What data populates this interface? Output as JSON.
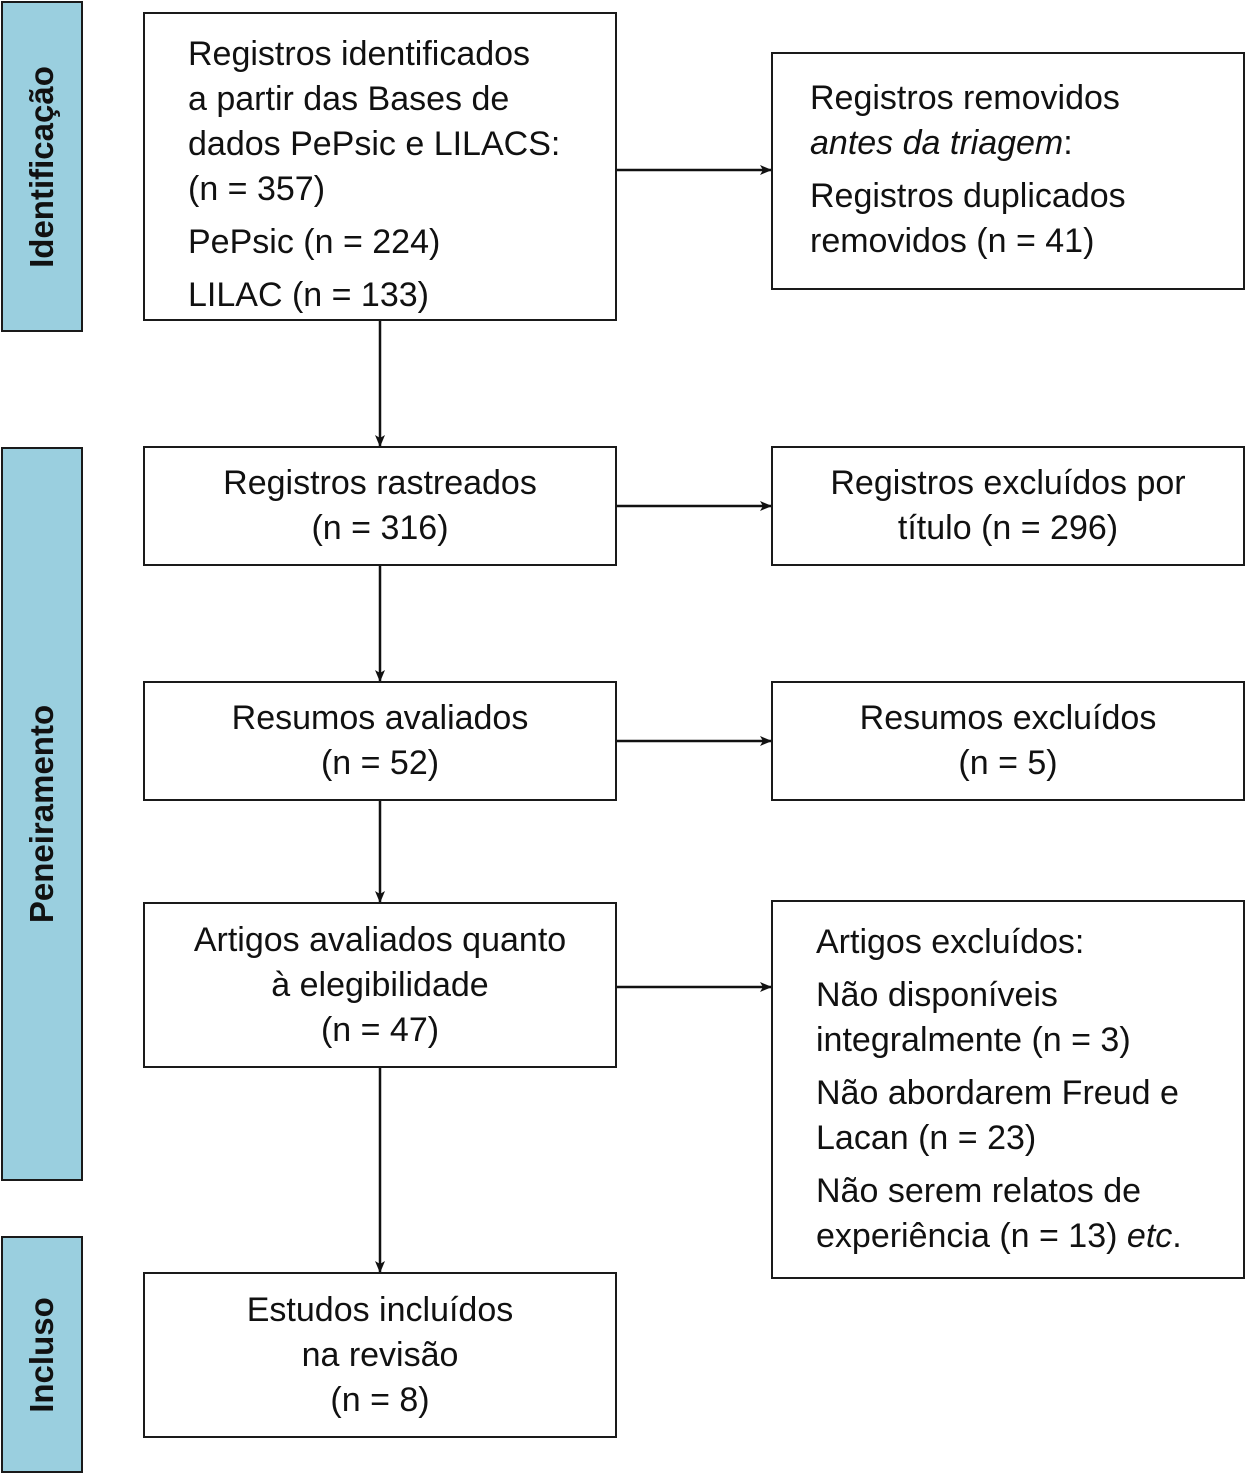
{
  "phases": {
    "identificacao": "Identificação",
    "peneiramento": "Peneiramento",
    "incluso": "Incluso"
  },
  "boxes": {
    "identified": {
      "line1": "Registros identificados",
      "line2": "a partir das Bases de",
      "line3": "dados PePsic e LILACS:",
      "line4": "(n = 357)",
      "line5": "PePsic (n = 224)",
      "line6": "LILAC (n = 133)"
    },
    "removed": {
      "line1": "Registros removidos",
      "line2_italic": "antes da triagem",
      "line2_suffix": ":",
      "line3": "Registros duplicados",
      "line4": "removidos (n = 41)"
    },
    "screened": {
      "line1": "Registros rastreados",
      "line2": "(n = 316)"
    },
    "excluded_title": {
      "line1": "Registros excluídos por",
      "line2": "título (n = 296)"
    },
    "abstracts": {
      "line1": "Resumos avaliados",
      "line2": "(n = 52)"
    },
    "abstracts_excluded": {
      "line1": "Resumos excluídos",
      "line2": "(n = 5)"
    },
    "eligibility": {
      "line1": "Artigos avaliados quanto",
      "line2": "à elegibilidade",
      "line3": "(n = 47)"
    },
    "articles_excluded": {
      "line1": "Artigos excluídos:",
      "line2": "Não disponíveis",
      "line3": "integralmente (n = 3)",
      "line4": "Não abordarem Freud e",
      "line5": "Lacan (n = 23)",
      "line6": "Não serem relatos de",
      "line7_prefix": "experiência (n = 13) ",
      "line7_italic": "etc",
      "line7_suffix": "."
    },
    "included": {
      "line1": "Estudos incluídos",
      "line2": "na revisão",
      "line3": "(n = 8)"
    }
  },
  "colors": {
    "phase_fill": "#9acfdf",
    "stroke": "#1a1a1a"
  }
}
